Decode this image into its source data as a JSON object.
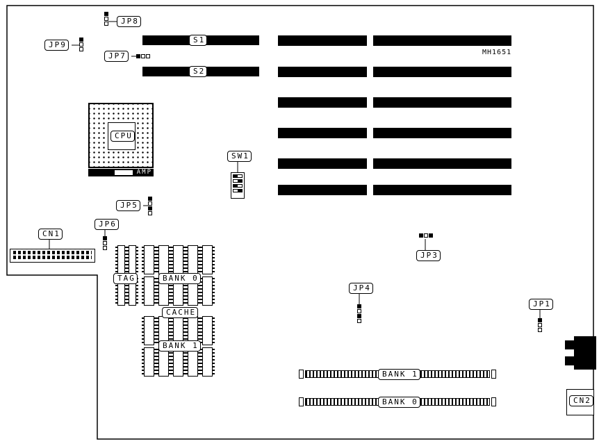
{
  "diagram": {
    "part_number": "MH1651",
    "cpu_label": "CPU",
    "amp_label": "AMP",
    "jumpers": {
      "jp1": "JP1",
      "jp3": "JP3",
      "jp4": "JP4",
      "jp5": "JP5",
      "jp6": "JP6",
      "jp7": "JP7",
      "jp8": "JP8",
      "jp9": "JP9"
    },
    "switches": {
      "sw1": "SW1"
    },
    "connectors": {
      "cn1": "CN1",
      "cn2": "CN2"
    },
    "slots": {
      "s1": "S1",
      "s2": "S2"
    },
    "cache": {
      "tag": "TAG",
      "bank0": "BANK 0",
      "cache": "CACHE",
      "bank1": "BANK 1"
    },
    "simm": {
      "bank1": "BANK 1",
      "bank0": "BANK 0"
    }
  }
}
